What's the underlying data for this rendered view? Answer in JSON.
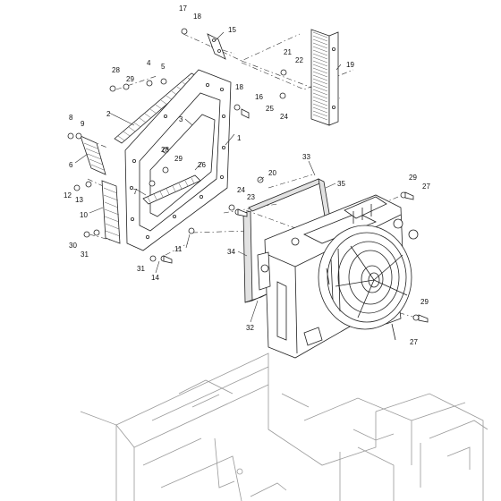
{
  "callouts": [
    {
      "id": "c1",
      "label": "1"
    },
    {
      "id": "c2",
      "label": "2"
    },
    {
      "id": "c3",
      "label": "3"
    },
    {
      "id": "c4",
      "label": "4"
    },
    {
      "id": "c5",
      "label": "5"
    },
    {
      "id": "c6",
      "label": "6"
    },
    {
      "id": "c7",
      "label": "7"
    },
    {
      "id": "c8",
      "label": "8"
    },
    {
      "id": "c9",
      "label": "9"
    },
    {
      "id": "c10",
      "label": "10"
    },
    {
      "id": "c11",
      "label": "11"
    },
    {
      "id": "c12",
      "label": "12"
    },
    {
      "id": "c13",
      "label": "13"
    },
    {
      "id": "c14",
      "label": "14"
    },
    {
      "id": "c15",
      "label": "15"
    },
    {
      "id": "c16",
      "label": "16"
    },
    {
      "id": "c17",
      "label": "17"
    },
    {
      "id": "c18a",
      "label": "18"
    },
    {
      "id": "c18b",
      "label": "18"
    },
    {
      "id": "c19",
      "label": "19"
    },
    {
      "id": "c20",
      "label": "20"
    },
    {
      "id": "c21",
      "label": "21"
    },
    {
      "id": "c22",
      "label": "22"
    },
    {
      "id": "c23",
      "label": "23"
    },
    {
      "id": "c24a",
      "label": "24"
    },
    {
      "id": "c24b",
      "label": "24"
    },
    {
      "id": "c25",
      "label": "25"
    },
    {
      "id": "c26",
      "label": "26"
    },
    {
      "id": "c27a",
      "label": "27"
    },
    {
      "id": "c27b",
      "label": "27"
    },
    {
      "id": "c28a",
      "label": "28"
    },
    {
      "id": "c28b",
      "label": "28"
    },
    {
      "id": "c29a",
      "label": "29"
    },
    {
      "id": "c29b",
      "label": "29"
    },
    {
      "id": "c29c",
      "label": "29"
    },
    {
      "id": "c29d",
      "label": "29"
    },
    {
      "id": "c30",
      "label": "30"
    },
    {
      "id": "c31a",
      "label": "31"
    },
    {
      "id": "c31b",
      "label": "31"
    },
    {
      "id": "c32",
      "label": "32"
    },
    {
      "id": "c33",
      "label": "33"
    },
    {
      "id": "c34",
      "label": "34"
    },
    {
      "id": "c35",
      "label": "35"
    }
  ]
}
